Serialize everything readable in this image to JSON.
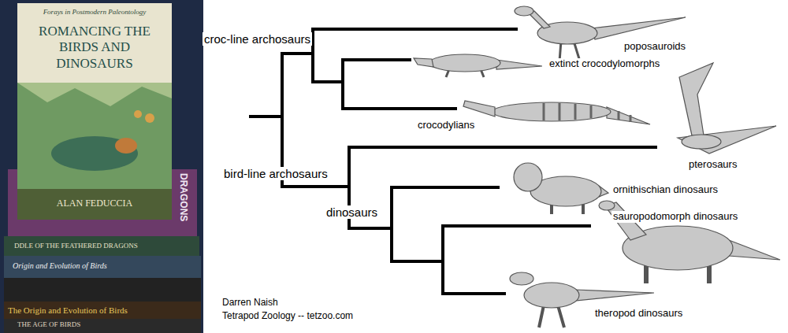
{
  "diagram": {
    "labels": [
      "Forays in Postmodern Paleontology",
      "ROMANCING THE BIRDS AND DINOSAURS",
      "ALAN FEDUCCIA",
      "DRAGONS",
      "DDLE OF THE FEATHERED DRAGONS",
      "Origin and Evolution of Birds",
      "The Origin and Evolution of Birds",
      "THE AGE OF BIRDS",
      "croc-line archosaurs",
      "poposauroids",
      "extinct crocodylomorphs",
      "crocodylians",
      "bird-line archosaurs",
      "pterosaurs",
      "dinosaurs",
      "ornithischian dinosaurs",
      "sauropodomorph dinosaurs",
      "theropod dinosaurs",
      "Darren Naish",
      "Tetrapod Zoology -- tetzoo.com"
    ]
  }
}
